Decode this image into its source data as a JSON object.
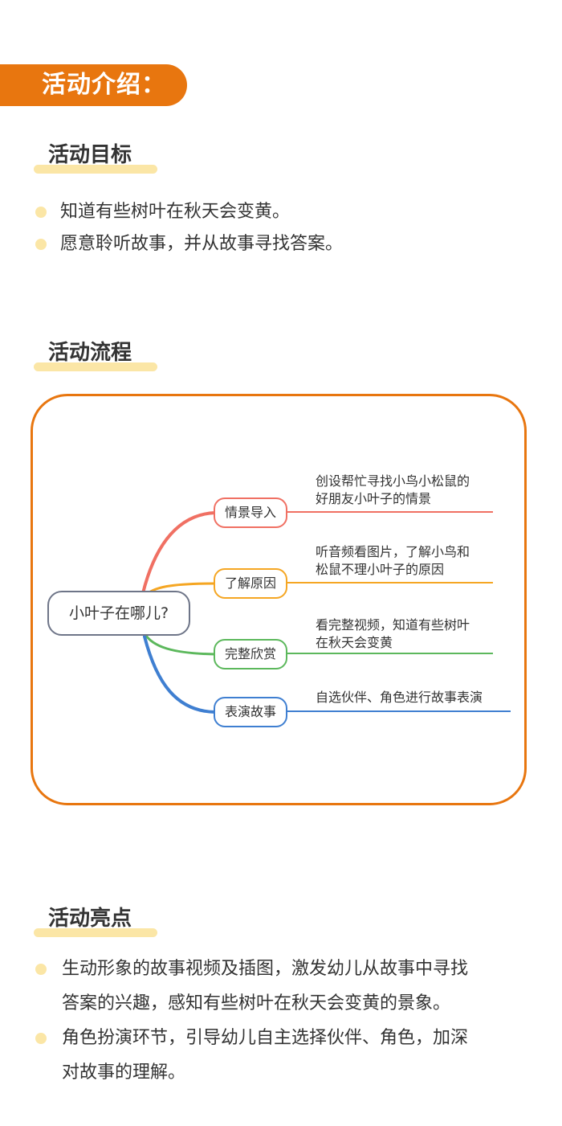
{
  "banner": {
    "title": "活动介绍："
  },
  "goals": {
    "title": "活动目标",
    "items": [
      "知道有些树叶在秋天会变黄。",
      "愿意聆听故事，并从故事寻找答案。"
    ]
  },
  "process": {
    "title": "活动流程",
    "root": "小叶子在哪儿?",
    "branches": [
      {
        "label": "情景导入",
        "desc_line1": "创设帮忙寻找小鸟小松鼠的",
        "desc_line2": "好朋友小叶子的情景",
        "color": "#f07063"
      },
      {
        "label": "了解原因",
        "desc_line1": "听音频看图片，了解小鸟和",
        "desc_line2": "松鼠不理小叶子的原因",
        "color": "#f5a623"
      },
      {
        "label": "完整欣赏",
        "desc_line1": "看完整视频，知道有些树叶",
        "desc_line2": "在秋天会变黄",
        "color": "#5cb85c"
      },
      {
        "label": "表演故事",
        "desc_line1": "自选伙伴、角色进行故事表演",
        "desc_line2": "",
        "color": "#3f7fd1"
      }
    ]
  },
  "highlights": {
    "title": "活动亮点",
    "items": [
      {
        "line1": "生动形象的故事视频及插图，激发幼儿从故事中寻找",
        "line2": "答案的兴趣，感知有些树叶在秋天会变黄的景象。"
      },
      {
        "line1": "角色扮演环节，引导幼儿自主选择伙伴、角色，加深",
        "line2": "对故事的理解。"
      }
    ]
  }
}
